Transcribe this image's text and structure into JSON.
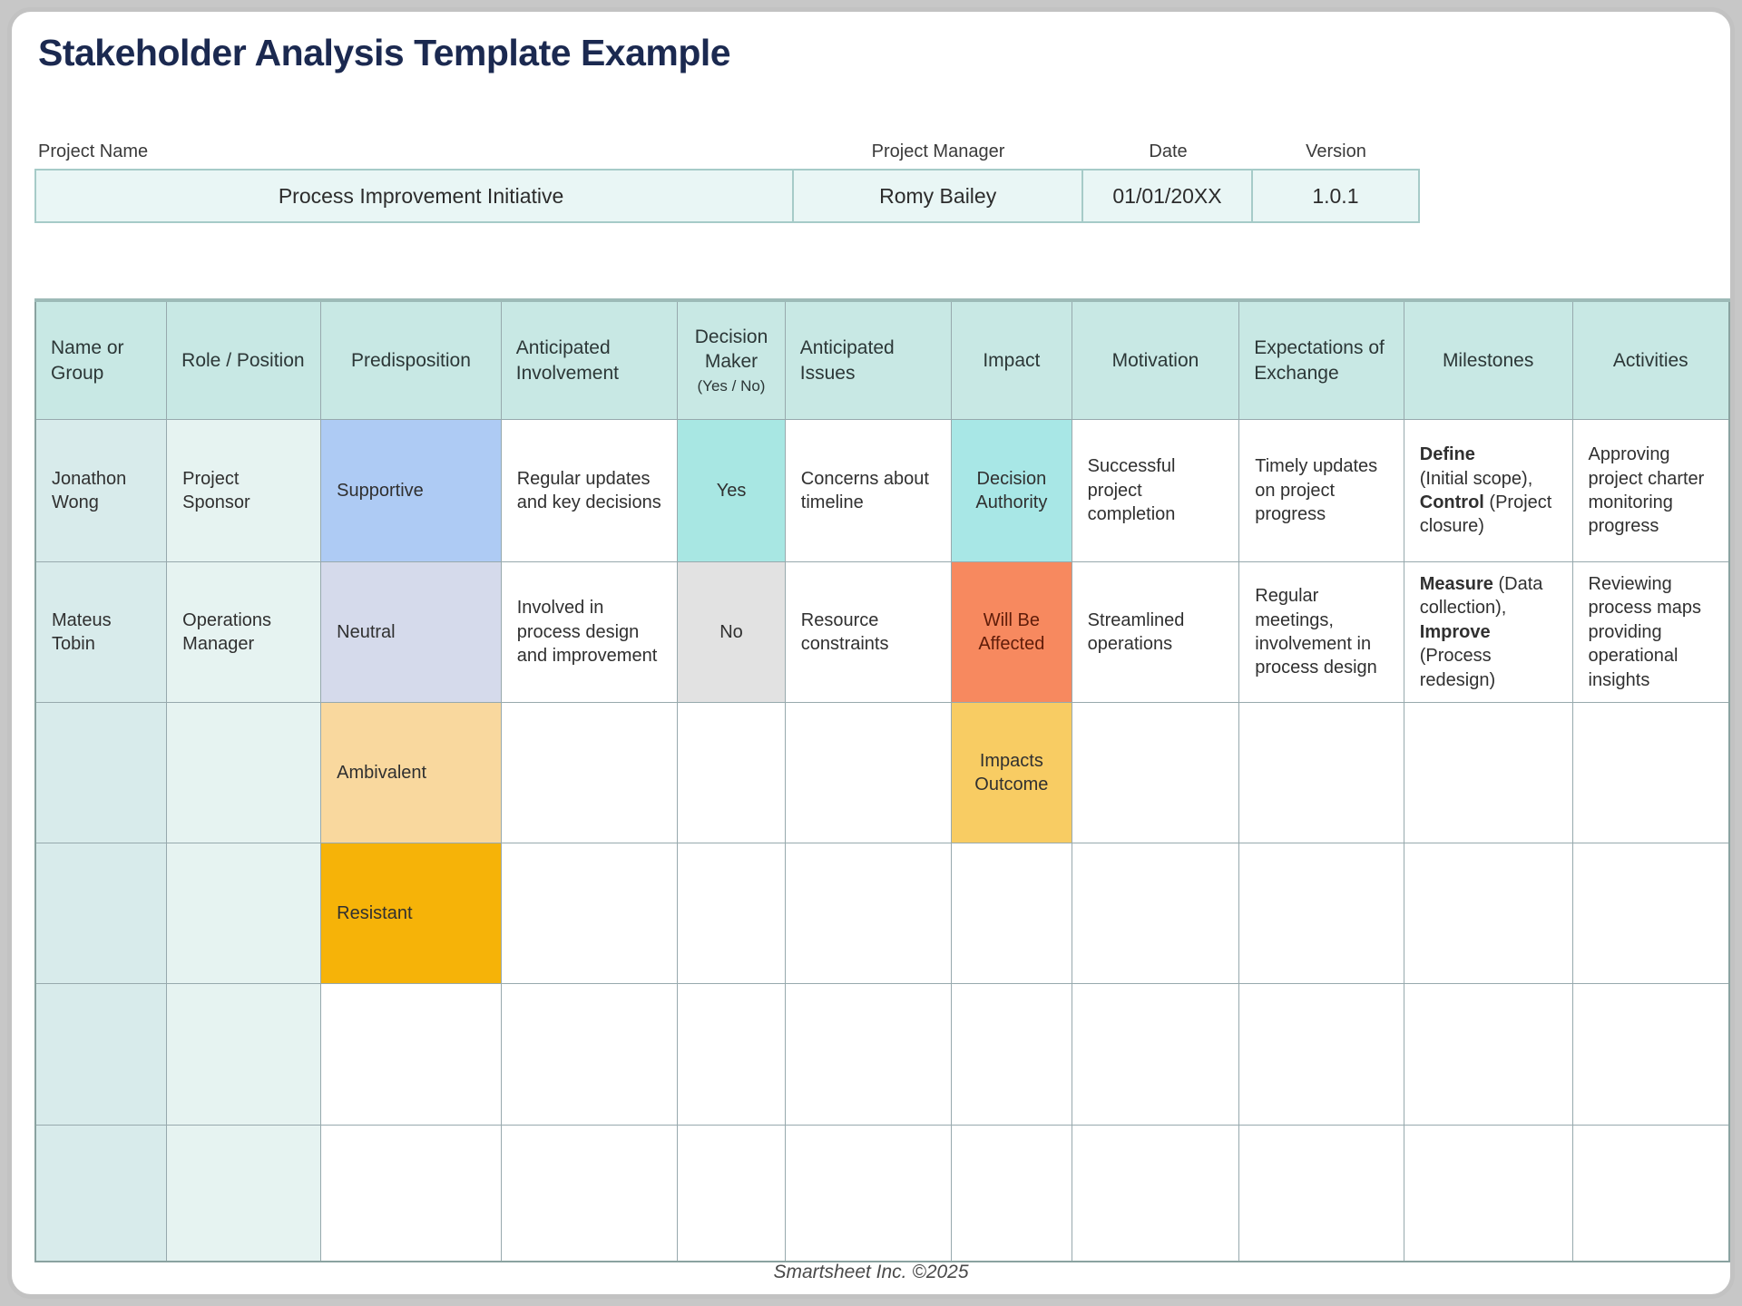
{
  "title": "Stakeholder Analysis Template Example",
  "project_info": {
    "name_label": "Project Name",
    "name_value": "Process Improvement Initiative",
    "manager_label": "Project Manager",
    "manager_value": "Romy Bailey",
    "date_label": "Date",
    "date_value": "01/01/20XX",
    "version_label": "Version",
    "version_value": "1.0.1"
  },
  "colors": {
    "accent_navy": "#1b2950",
    "header_bg": "#c8e8e4",
    "col1_bg": "#d8ebeb",
    "col2_bg": "#e6f3f1",
    "info_bg": "#e9f6f5",
    "supportive": "#aecbf4",
    "neutral": "#d5daeb",
    "ambivalent": "#f9d89e",
    "resistant": "#f6b308",
    "yes": "#a8e7e3",
    "no": "#e2e2e2",
    "decision_authority": "#a8e7e6",
    "will_be_affected": "#f7895f",
    "will_be_affected_text": "#5f1c09",
    "impacts_outcome": "#f8cc63"
  },
  "table": {
    "columns": [
      {
        "label": "Name or Group"
      },
      {
        "label": "Role / Position"
      },
      {
        "label": "Predisposition"
      },
      {
        "label": "Anticipated Involvement"
      },
      {
        "label": "Decision Maker",
        "sub": "(Yes / No)"
      },
      {
        "label": "Anticipated Issues"
      },
      {
        "label": "Impact"
      },
      {
        "label": "Motivation"
      },
      {
        "label": "Expectations of Exchange"
      },
      {
        "label": "Milestones"
      },
      {
        "label": "Activities"
      }
    ],
    "rows": [
      {
        "cells": [
          {
            "text": "Jonathon Wong"
          },
          {
            "text": "Project Sponsor"
          },
          {
            "text": "Supportive",
            "bg": "supportive"
          },
          {
            "text": "Regular updates and key decisions"
          },
          {
            "text": "Yes",
            "bg": "yes"
          },
          {
            "text": "Concerns about timeline"
          },
          {
            "text": "Decision Authority",
            "bg": "decision_authority"
          },
          {
            "text": "Successful project completion"
          },
          {
            "text": "Timely updates on project progress"
          },
          {
            "segments": [
              {
                "t": "Define",
                "b": true
              },
              {
                "br": true
              },
              {
                "t": "(Initial scope), "
              },
              {
                "t": "Control",
                "b": true
              },
              {
                "t": " (Project closure)"
              }
            ]
          },
          {
            "text": "Approving project charter monitoring progress"
          }
        ]
      },
      {
        "cells": [
          {
            "text": "Mateus Tobin"
          },
          {
            "text": "Operations Manager"
          },
          {
            "text": "Neutral",
            "bg": "neutral"
          },
          {
            "text": "Involved in process design and improvement"
          },
          {
            "text": "No",
            "bg": "no"
          },
          {
            "text": "Resource constraints"
          },
          {
            "text": "Will Be Affected",
            "bg": "will_be_affected",
            "fg": "will_be_affected_text"
          },
          {
            "text": "Streamlined operations"
          },
          {
            "text": "Regular meetings, involvement in process design"
          },
          {
            "segments": [
              {
                "t": "Measure",
                "b": true
              },
              {
                "t": " (Data collection), "
              },
              {
                "br": true
              },
              {
                "t": "Improve",
                "b": true
              },
              {
                "br": true
              },
              {
                "t": "(Process redesign)"
              }
            ]
          },
          {
            "text": "Reviewing process maps providing operational insights"
          }
        ]
      },
      {
        "cells": [
          {
            "text": ""
          },
          {
            "text": ""
          },
          {
            "text": "Ambivalent",
            "bg": "ambivalent"
          },
          {
            "text": ""
          },
          {
            "text": ""
          },
          {
            "text": ""
          },
          {
            "text": "Impacts Outcome",
            "bg": "impacts_outcome"
          },
          {
            "text": ""
          },
          {
            "text": ""
          },
          {
            "text": ""
          },
          {
            "text": ""
          }
        ]
      },
      {
        "cells": [
          {
            "text": ""
          },
          {
            "text": ""
          },
          {
            "text": "Resistant",
            "bg": "resistant"
          },
          {
            "text": ""
          },
          {
            "text": ""
          },
          {
            "text": ""
          },
          {
            "text": ""
          },
          {
            "text": ""
          },
          {
            "text": ""
          },
          {
            "text": ""
          },
          {
            "text": ""
          }
        ]
      },
      {
        "cells": [
          {
            "text": ""
          },
          {
            "text": ""
          },
          {
            "text": ""
          },
          {
            "text": ""
          },
          {
            "text": ""
          },
          {
            "text": ""
          },
          {
            "text": ""
          },
          {
            "text": ""
          },
          {
            "text": ""
          },
          {
            "text": ""
          },
          {
            "text": ""
          }
        ]
      },
      {
        "cells": [
          {
            "text": ""
          },
          {
            "text": ""
          },
          {
            "text": ""
          },
          {
            "text": ""
          },
          {
            "text": ""
          },
          {
            "text": ""
          },
          {
            "text": ""
          },
          {
            "text": ""
          },
          {
            "text": ""
          },
          {
            "text": ""
          },
          {
            "text": ""
          }
        ]
      }
    ]
  },
  "footer": {
    "text": "Smartsheet Inc. ©2025"
  }
}
